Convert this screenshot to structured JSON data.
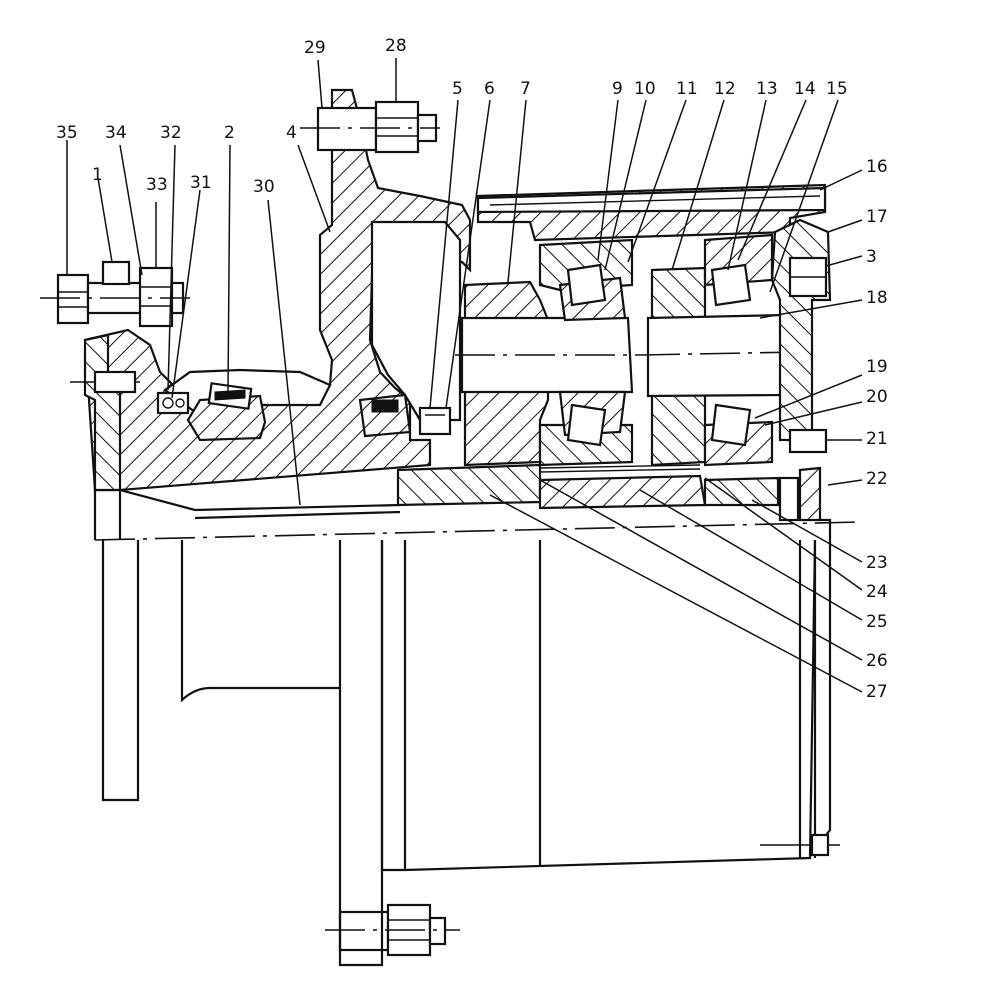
{
  "labels": [
    {
      "id": "1",
      "text": "1"
    },
    {
      "id": "2",
      "text": "2"
    },
    {
      "id": "3",
      "text": "3"
    },
    {
      "id": "4",
      "text": "4"
    },
    {
      "id": "5",
      "text": "5"
    },
    {
      "id": "6",
      "text": "6"
    },
    {
      "id": "7",
      "text": "7"
    },
    {
      "id": "9",
      "text": "9"
    },
    {
      "id": "10",
      "text": "10"
    },
    {
      "id": "11",
      "text": "11"
    },
    {
      "id": "12",
      "text": "12"
    },
    {
      "id": "13",
      "text": "13"
    },
    {
      "id": "14",
      "text": "14"
    },
    {
      "id": "15",
      "text": "15"
    },
    {
      "id": "16",
      "text": "16"
    },
    {
      "id": "17",
      "text": "17"
    },
    {
      "id": "18",
      "text": "18"
    },
    {
      "id": "19",
      "text": "19"
    },
    {
      "id": "20",
      "text": "20"
    },
    {
      "id": "21",
      "text": "21"
    },
    {
      "id": "22",
      "text": "22"
    },
    {
      "id": "23",
      "text": "23"
    },
    {
      "id": "24",
      "text": "24"
    },
    {
      "id": "25",
      "text": "25"
    },
    {
      "id": "26",
      "text": "26"
    },
    {
      "id": "27",
      "text": "27"
    },
    {
      "id": "28",
      "text": "28"
    },
    {
      "id": "29",
      "text": "29"
    },
    {
      "id": "30",
      "text": "30"
    },
    {
      "id": "31",
      "text": "31"
    },
    {
      "id": "32",
      "text": "32"
    },
    {
      "id": "33",
      "text": "33"
    },
    {
      "id": "34",
      "text": "34"
    },
    {
      "id": "35",
      "text": "35"
    }
  ]
}
